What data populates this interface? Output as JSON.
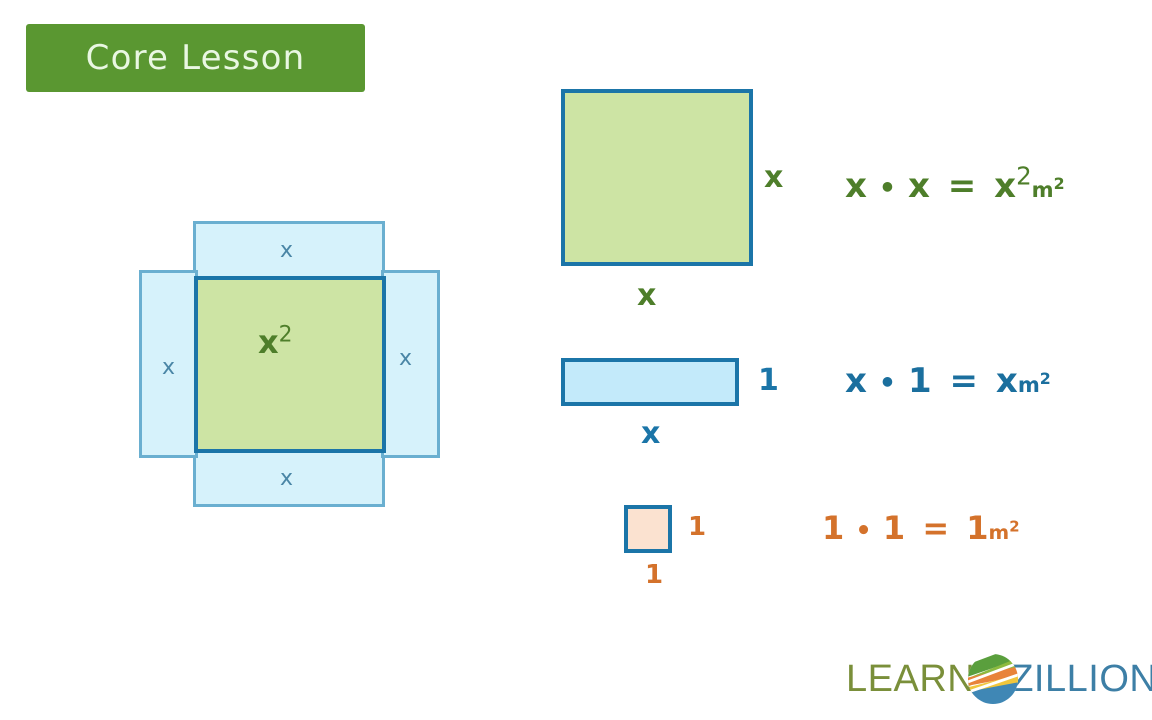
{
  "badge": {
    "label": "Core Lesson"
  },
  "net_diagram": {
    "name": "area-model-net",
    "center_label": "x",
    "center_exponent": "2",
    "top_flap_label": "x",
    "bottom_flap_label": "x",
    "left_flap_label": "x",
    "right_flap_label": "x"
  },
  "rows": [
    {
      "shape": "square",
      "fill_color": "#cde4a4",
      "border_color": "#1b75a8",
      "side_label": "x",
      "bottom_label": "x",
      "equation": {
        "left_a": "x",
        "operator": "•",
        "left_b": "x",
        "equals": "=",
        "result": "x",
        "result_exponent": "2",
        "unit": "m",
        "unit_exponent": "2",
        "color": "#4e7e2a"
      }
    },
    {
      "shape": "rectangle",
      "fill_color": "#c3eafa",
      "border_color": "#1b75a8",
      "side_label": "1",
      "bottom_label": "x",
      "equation": {
        "left_a": "x",
        "operator": "•",
        "left_b": "1",
        "equals": "=",
        "result": "x",
        "result_exponent": "",
        "unit": "m",
        "unit_exponent": "2",
        "color": "#1b6f9e"
      }
    },
    {
      "shape": "small-square",
      "fill_color": "#fbe2d0",
      "border_color": "#1b75a8",
      "side_label": "1",
      "bottom_label": "1",
      "equation": {
        "left_a": "1",
        "operator": "•",
        "left_b": "1",
        "equals": "=",
        "result": "1",
        "result_exponent": "",
        "unit": "m",
        "unit_exponent": "2",
        "color": "#d4722b"
      }
    }
  ],
  "logo": {
    "first_word": "LEARN",
    "second_word": "ZILLION",
    "icon": "globe-icon",
    "first_word_color": "#7a8f3a",
    "second_word_color": "#3d7fa6"
  }
}
